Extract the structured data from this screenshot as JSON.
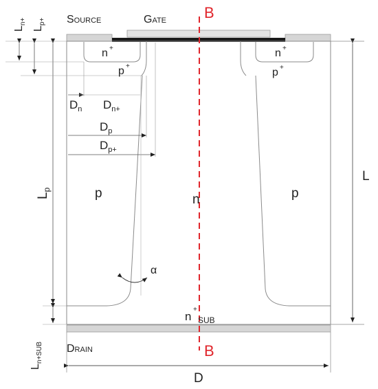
{
  "labels": {
    "source": "Source",
    "gate": "Gate",
    "drain": "Drain",
    "section_top": "B",
    "section_bottom": "B",
    "n_plus_left": "n",
    "n_plus_right": "n",
    "p_plus_left": "p",
    "p_plus_right": "p",
    "plus": "+",
    "p_left": "p",
    "n_center": "n",
    "p_right": "p",
    "n_sub": "n",
    "n_sub_sub": "SUB",
    "angle": "α",
    "dim_Dn": "D",
    "dim_Dn_sub": "n",
    "dim_Dnp": "D",
    "dim_Dnp_sub": "n+",
    "dim_Dp": "D",
    "dim_Dp_sub": "p",
    "dim_Dpp": "D",
    "dim_Dpp_sub": "p+",
    "dim_L": "L",
    "dim_D": "D",
    "dim_Lp": "L",
    "dim_Lp_sub": "p",
    "dim_Lnp": "L",
    "dim_Lnp_sub": "n+",
    "dim_Lpp": "L",
    "dim_Lpp_sub": "p+",
    "dim_Lnsub": "L",
    "dim_Lnsub_sub": "n+SUB"
  },
  "colors": {
    "red": "#e0252b",
    "metal": "#d4d4d4",
    "gate": "#1a1a1a",
    "line": "#808080"
  }
}
